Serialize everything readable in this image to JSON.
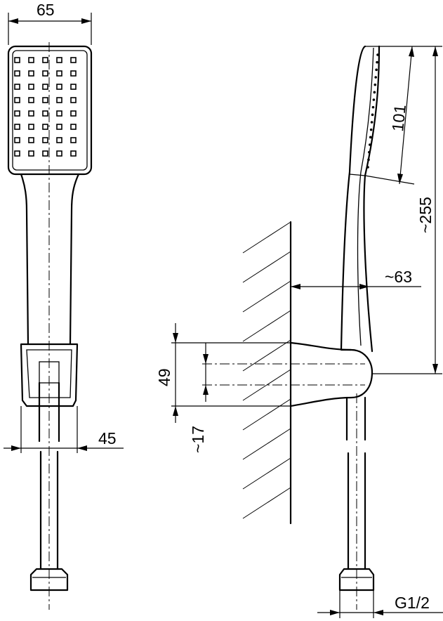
{
  "dimensions": {
    "head_width": "65",
    "bracket_width": "45",
    "hose_connection": "G1/2",
    "spray_face_length": "101",
    "total_length": "~255",
    "wall_offset": "~63",
    "bracket_height": "49",
    "bracket_hole_offset": "~17"
  }
}
